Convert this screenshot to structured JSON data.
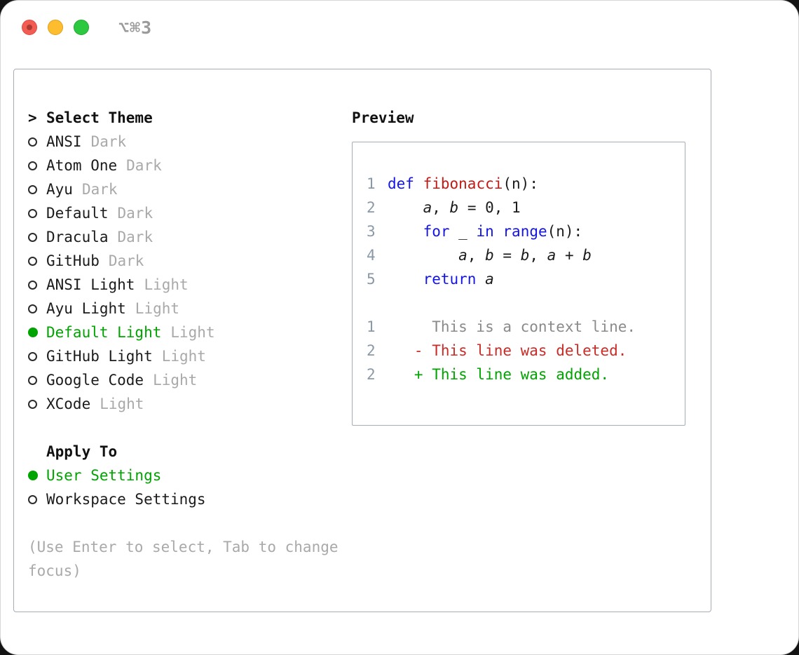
{
  "window": {
    "shortcut": "⌥⌘3"
  },
  "selector": {
    "cursor": ">",
    "title": "Select Theme",
    "themes": [
      {
        "name": "ANSI",
        "variant": "Dark",
        "selected": false
      },
      {
        "name": "Atom One",
        "variant": "Dark",
        "selected": false
      },
      {
        "name": "Ayu",
        "variant": "Dark",
        "selected": false
      },
      {
        "name": "Default",
        "variant": "Dark",
        "selected": false
      },
      {
        "name": "Dracula",
        "variant": "Dark",
        "selected": false
      },
      {
        "name": "GitHub",
        "variant": "Dark",
        "selected": false
      },
      {
        "name": "ANSI Light",
        "variant": "Light",
        "selected": false
      },
      {
        "name": "Ayu Light",
        "variant": "Light",
        "selected": false
      },
      {
        "name": "Default Light",
        "variant": "Light",
        "selected": true
      },
      {
        "name": "GitHub Light",
        "variant": "Light",
        "selected": false
      },
      {
        "name": "Google Code",
        "variant": "Light",
        "selected": false
      },
      {
        "name": "XCode",
        "variant": "Light",
        "selected": false
      }
    ],
    "apply_to_title": "Apply To",
    "apply_options": [
      {
        "label": "User Settings",
        "selected": true
      },
      {
        "label": "Workspace Settings",
        "selected": false
      }
    ],
    "hint": "(Use Enter to select, Tab to change focus)"
  },
  "preview": {
    "title": "Preview",
    "lines": [
      {
        "num": "1",
        "tokens": [
          {
            "text": "def",
            "cls": "kw"
          },
          {
            "text": " ",
            "cls": "pl"
          },
          {
            "text": "fibonacci",
            "cls": "fn"
          },
          {
            "text": "(n):",
            "cls": "pl"
          }
        ]
      },
      {
        "num": "2",
        "tokens": [
          {
            "text": "    ",
            "cls": "pl"
          },
          {
            "text": "a",
            "cls": "var"
          },
          {
            "text": ", ",
            "cls": "pl"
          },
          {
            "text": "b",
            "cls": "var"
          },
          {
            "text": " = 0, 1",
            "cls": "pl"
          }
        ]
      },
      {
        "num": "3",
        "tokens": [
          {
            "text": "    ",
            "cls": "pl"
          },
          {
            "text": "for",
            "cls": "kw"
          },
          {
            "text": " _ ",
            "cls": "pl"
          },
          {
            "text": "in",
            "cls": "kw"
          },
          {
            "text": " ",
            "cls": "pl"
          },
          {
            "text": "range",
            "cls": "kw"
          },
          {
            "text": "(n):",
            "cls": "pl"
          }
        ]
      },
      {
        "num": "4",
        "tokens": [
          {
            "text": "        ",
            "cls": "pl"
          },
          {
            "text": "a",
            "cls": "var"
          },
          {
            "text": ", ",
            "cls": "pl"
          },
          {
            "text": "b",
            "cls": "var"
          },
          {
            "text": " = ",
            "cls": "pl"
          },
          {
            "text": "b",
            "cls": "var"
          },
          {
            "text": ", ",
            "cls": "pl"
          },
          {
            "text": "a",
            "cls": "var"
          },
          {
            "text": " + ",
            "cls": "pl"
          },
          {
            "text": "b",
            "cls": "var"
          }
        ]
      },
      {
        "num": "5",
        "tokens": [
          {
            "text": "    ",
            "cls": "pl"
          },
          {
            "text": "return",
            "cls": "kw"
          },
          {
            "text": " ",
            "cls": "pl"
          },
          {
            "text": "a",
            "cls": "var"
          }
        ]
      },
      {
        "num": "",
        "tokens": []
      },
      {
        "num": "1",
        "tokens": [
          {
            "text": "     This is a context line.",
            "cls": "ctx"
          }
        ]
      },
      {
        "num": "2",
        "tokens": [
          {
            "text": "   - This line was deleted.",
            "cls": "del"
          }
        ]
      },
      {
        "num": "2",
        "tokens": [
          {
            "text": "   + This line was added.",
            "cls": "add"
          }
        ]
      }
    ]
  },
  "colors": {
    "green": "#00a400",
    "added": "#00a400",
    "deleted": "#cb2b26",
    "keyword": "#1414e8",
    "function": "#c41a16",
    "context": "#8a8a8a",
    "line_number": "#8a99a8",
    "muted": "#a9a9a9"
  }
}
